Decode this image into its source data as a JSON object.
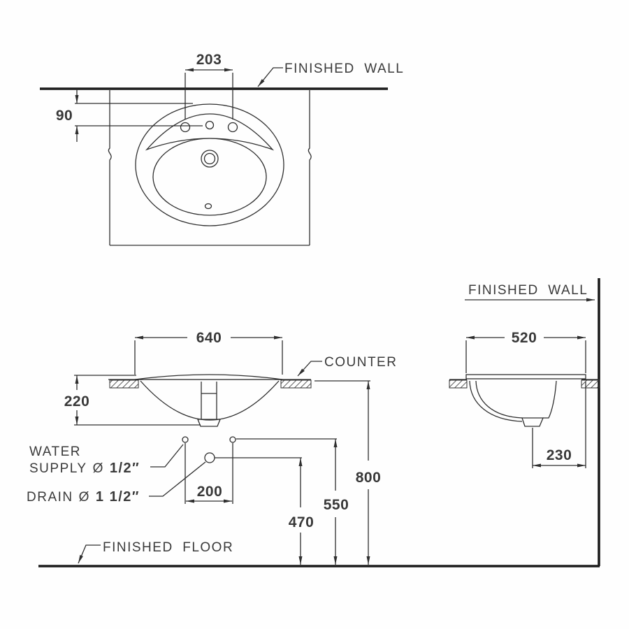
{
  "colors": {
    "line": "#2e2e2e",
    "thick_line": "#1c1c1c",
    "text": "#3a3a3a",
    "background": "#fefefe"
  },
  "top_view": {
    "wall_label": "FINISHED  WALL",
    "dim_hole_spacing": "203",
    "dim_hole_setback": "90"
  },
  "front_view": {
    "counter_label": "COUNTER",
    "dim_cutout_width": "640",
    "dim_basin_depth": "220",
    "dim_supply_spacing": "200",
    "dim_drain_height": "470",
    "dim_supply_height": "550",
    "dim_counter_height": "800",
    "floor_label": "FINISHED  FLOOR",
    "water_supply_label_line1": "WATER",
    "water_supply_label_line2": "SUPPLY",
    "water_supply_dia_symbol": "Ø",
    "water_supply_size": "1/2″",
    "drain_label": "DRAIN",
    "drain_dia_symbol": "Ø",
    "drain_size": "1 1/2″"
  },
  "side_view": {
    "wall_label": "FINISHED  WALL",
    "dim_cutout_width": "520",
    "dim_drain_offset": "230"
  }
}
